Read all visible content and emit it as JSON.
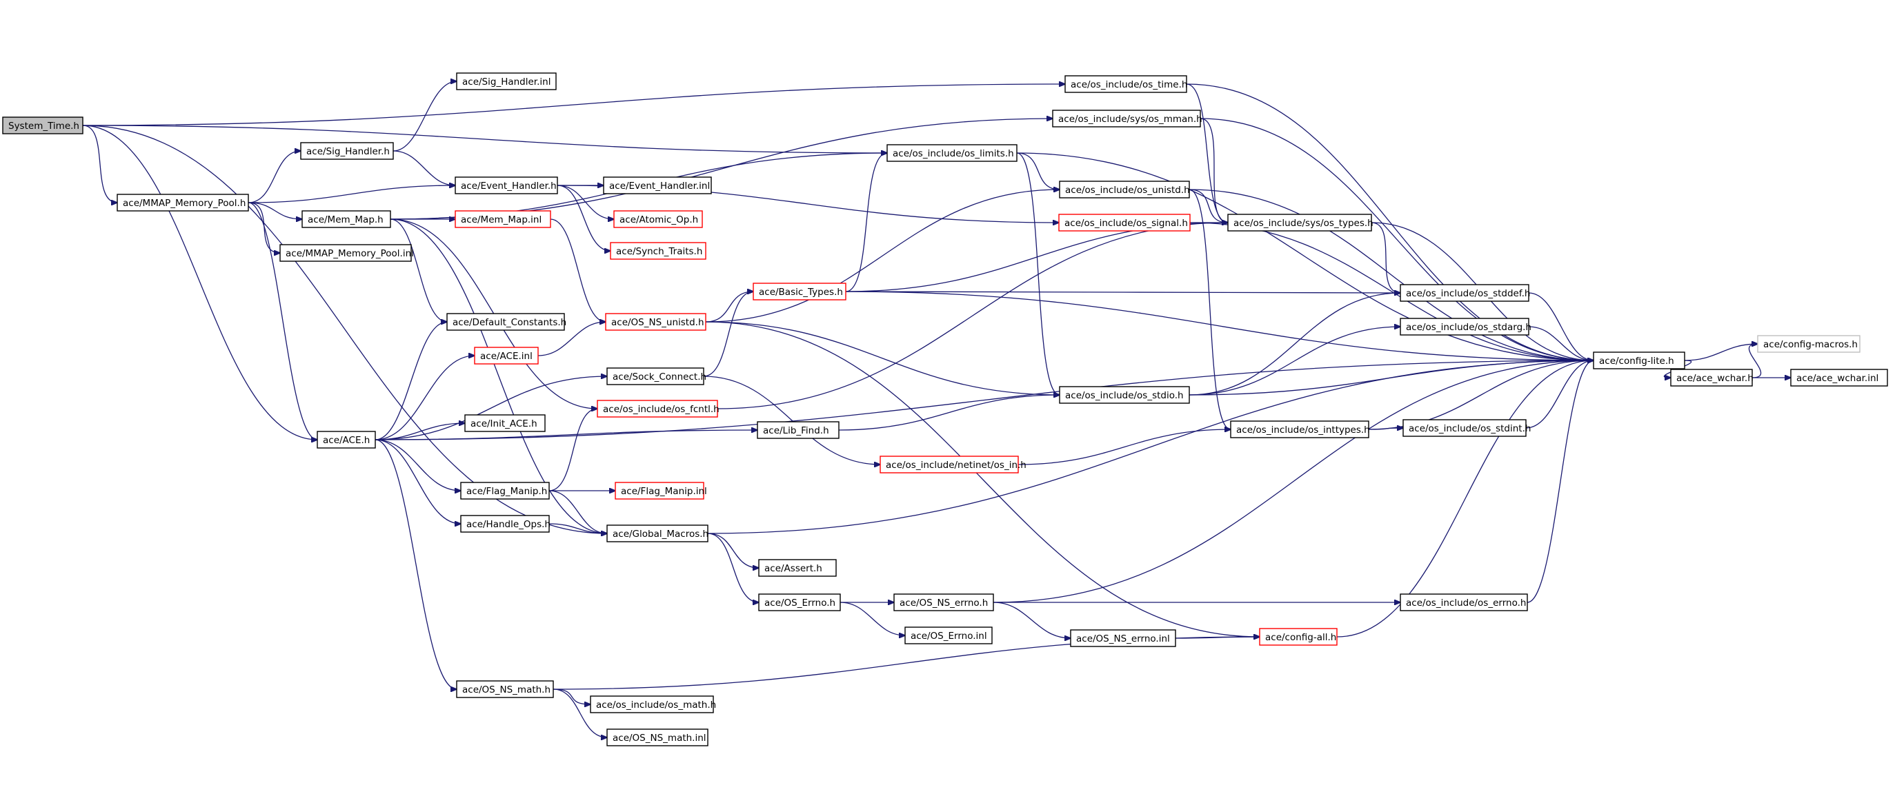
{
  "graph": {
    "nodes": [
      {
        "id": "system_time",
        "label": "System_Time.h",
        "style": "root"
      },
      {
        "id": "mmap_pool",
        "label": "ace/MMAP_Memory_Pool.h",
        "style": "normal"
      },
      {
        "id": "sig_handler_inl",
        "label": "ace/Sig_Handler.inl",
        "style": "normal"
      },
      {
        "id": "sig_handler",
        "label": "ace/Sig_Handler.h",
        "style": "normal"
      },
      {
        "id": "event_handler",
        "label": "ace/Event_Handler.h",
        "style": "normal"
      },
      {
        "id": "event_handler_inl",
        "label": "ace/Event_Handler.inl",
        "style": "normal"
      },
      {
        "id": "atomic_op",
        "label": "ace/Atomic_Op.h",
        "style": "red"
      },
      {
        "id": "synch_traits",
        "label": "ace/Synch_Traits.h",
        "style": "red"
      },
      {
        "id": "mem_map",
        "label": "ace/Mem_Map.h",
        "style": "normal"
      },
      {
        "id": "mem_map_inl",
        "label": "ace/Mem_Map.inl",
        "style": "red"
      },
      {
        "id": "mmap_pool_inl",
        "label": "ace/MMAP_Memory_Pool.inl",
        "style": "normal"
      },
      {
        "id": "default_constants",
        "label": "ace/Default_Constants.h",
        "style": "normal"
      },
      {
        "id": "ace_inl",
        "label": "ace/ACE.inl",
        "style": "red"
      },
      {
        "id": "os_ns_unistd",
        "label": "ace/OS_NS_unistd.h",
        "style": "red"
      },
      {
        "id": "basic_types",
        "label": "ace/Basic_Types.h",
        "style": "red"
      },
      {
        "id": "sock_connect",
        "label": "ace/Sock_Connect.h",
        "style": "normal"
      },
      {
        "id": "os_fcntl",
        "label": "ace/os_include/os_fcntl.h",
        "style": "red"
      },
      {
        "id": "ace_h",
        "label": "ace/ACE.h",
        "style": "normal"
      },
      {
        "id": "init_ace",
        "label": "ace/Init_ACE.h",
        "style": "normal"
      },
      {
        "id": "lib_find",
        "label": "ace/Lib_Find.h",
        "style": "normal"
      },
      {
        "id": "flag_manip",
        "label": "ace/Flag_Manip.h",
        "style": "normal"
      },
      {
        "id": "flag_manip_inl",
        "label": "ace/Flag_Manip.inl",
        "style": "red"
      },
      {
        "id": "handle_ops",
        "label": "ace/Handle_Ops.h",
        "style": "normal"
      },
      {
        "id": "global_macros",
        "label": "ace/Global_Macros.h",
        "style": "normal"
      },
      {
        "id": "assert_h",
        "label": "ace/Assert.h",
        "style": "normal"
      },
      {
        "id": "os_errno",
        "label": "ace/OS_Errno.h",
        "style": "normal"
      },
      {
        "id": "os_errno_inl",
        "label": "ace/OS_Errno.inl",
        "style": "normal"
      },
      {
        "id": "os_ns_errno",
        "label": "ace/OS_NS_errno.h",
        "style": "normal"
      },
      {
        "id": "os_ns_errno_inl",
        "label": "ace/OS_NS_errno.inl",
        "style": "normal"
      },
      {
        "id": "config_all",
        "label": "ace/config-all.h",
        "style": "red"
      },
      {
        "id": "os_ns_math",
        "label": "ace/OS_NS_math.h",
        "style": "normal"
      },
      {
        "id": "os_math",
        "label": "ace/os_include/os_math.h",
        "style": "normal"
      },
      {
        "id": "os_ns_math_inl",
        "label": "ace/OS_NS_math.inl",
        "style": "normal"
      },
      {
        "id": "os_time",
        "label": "ace/os_include/os_time.h",
        "style": "normal"
      },
      {
        "id": "os_mman",
        "label": "ace/os_include/sys/os_mman.h",
        "style": "normal"
      },
      {
        "id": "os_limits",
        "label": "ace/os_include/os_limits.h",
        "style": "normal"
      },
      {
        "id": "os_unistd",
        "label": "ace/os_include/os_unistd.h",
        "style": "normal"
      },
      {
        "id": "os_signal",
        "label": "ace/os_include/os_signal.h",
        "style": "red"
      },
      {
        "id": "os_types",
        "label": "ace/os_include/sys/os_types.h",
        "style": "normal"
      },
      {
        "id": "os_stddef",
        "label": "ace/os_include/os_stddef.h",
        "style": "normal"
      },
      {
        "id": "os_stdarg",
        "label": "ace/os_include/os_stdarg.h",
        "style": "normal"
      },
      {
        "id": "os_stdio",
        "label": "ace/os_include/os_stdio.h",
        "style": "normal"
      },
      {
        "id": "os_stdint",
        "label": "ace/os_include/os_stdint.h",
        "style": "normal"
      },
      {
        "id": "os_inttypes",
        "label": "ace/os_include/os_inttypes.h",
        "style": "normal"
      },
      {
        "id": "os_in",
        "label": "ace/os_include/netinet/os_in.h",
        "style": "red"
      },
      {
        "id": "os_errno_h",
        "label": "ace/os_include/os_errno.h",
        "style": "normal"
      },
      {
        "id": "config_lite",
        "label": "ace/config-lite.h",
        "style": "normal"
      },
      {
        "id": "config_macros",
        "label": "ace/config-macros.h",
        "style": "grey"
      },
      {
        "id": "ace_wchar",
        "label": "ace/ace_wchar.h",
        "style": "normal"
      },
      {
        "id": "ace_wchar_inl",
        "label": "ace/ace_wchar.inl",
        "style": "normal"
      }
    ],
    "edges": [
      [
        "system_time",
        "os_time"
      ],
      [
        "system_time",
        "os_limits"
      ],
      [
        "system_time",
        "mmap_pool"
      ],
      [
        "system_time",
        "global_macros"
      ],
      [
        "system_time",
        "ace_h"
      ],
      [
        "mmap_pool",
        "sig_handler"
      ],
      [
        "mmap_pool",
        "event_handler"
      ],
      [
        "mmap_pool",
        "mem_map"
      ],
      [
        "mmap_pool",
        "mmap_pool_inl"
      ],
      [
        "mmap_pool",
        "ace_h"
      ],
      [
        "sig_handler",
        "sig_handler_inl"
      ],
      [
        "sig_handler",
        "event_handler"
      ],
      [
        "event_handler",
        "event_handler_inl"
      ],
      [
        "event_handler",
        "atomic_op"
      ],
      [
        "event_handler",
        "synch_traits"
      ],
      [
        "event_handler",
        "os_signal"
      ],
      [
        "mem_map",
        "mem_map_inl"
      ],
      [
        "mem_map",
        "os_mman"
      ],
      [
        "mem_map",
        "os_limits"
      ],
      [
        "mem_map",
        "default_constants"
      ],
      [
        "mem_map",
        "global_macros"
      ],
      [
        "mem_map",
        "os_fcntl"
      ],
      [
        "mem_map_inl",
        "os_ns_unistd"
      ],
      [
        "ace_h",
        "default_constants"
      ],
      [
        "ace_h",
        "ace_inl"
      ],
      [
        "ace_h",
        "sock_connect"
      ],
      [
        "ace_h",
        "init_ace"
      ],
      [
        "ace_h",
        "lib_find"
      ],
      [
        "ace_h",
        "flag_manip"
      ],
      [
        "ace_h",
        "handle_ops"
      ],
      [
        "ace_h",
        "os_ns_math"
      ],
      [
        "ace_h",
        "config_lite"
      ],
      [
        "ace_inl",
        "os_ns_unistd"
      ],
      [
        "os_ns_unistd",
        "basic_types"
      ],
      [
        "os_ns_unistd",
        "os_unistd"
      ],
      [
        "os_ns_unistd",
        "os_stdio"
      ],
      [
        "os_ns_unistd",
        "config_all"
      ],
      [
        "basic_types",
        "os_limits"
      ],
      [
        "basic_types",
        "os_types"
      ],
      [
        "basic_types",
        "os_stddef"
      ],
      [
        "basic_types",
        "config_lite"
      ],
      [
        "sock_connect",
        "basic_types"
      ],
      [
        "sock_connect",
        "os_in"
      ],
      [
        "os_fcntl",
        "os_types"
      ],
      [
        "lib_find",
        "os_stdio"
      ],
      [
        "flag_manip",
        "os_fcntl"
      ],
      [
        "flag_manip",
        "flag_manip_inl"
      ],
      [
        "flag_manip",
        "global_macros"
      ],
      [
        "handle_ops",
        "global_macros"
      ],
      [
        "global_macros",
        "assert_h"
      ],
      [
        "global_macros",
        "os_errno"
      ],
      [
        "global_macros",
        "config_lite"
      ],
      [
        "os_errno",
        "os_ns_errno"
      ],
      [
        "os_errno",
        "os_errno_inl"
      ],
      [
        "os_ns_errno",
        "os_errno_h"
      ],
      [
        "os_ns_errno",
        "os_ns_errno_inl"
      ],
      [
        "os_ns_errno",
        "config_lite"
      ],
      [
        "os_ns_errno_inl",
        "config_all"
      ],
      [
        "os_ns_math",
        "os_math"
      ],
      [
        "os_ns_math",
        "os_ns_math_inl"
      ],
      [
        "os_ns_math",
        "config_all"
      ],
      [
        "os_time",
        "os_types"
      ],
      [
        "os_time",
        "config_lite"
      ],
      [
        "os_mman",
        "os_types"
      ],
      [
        "os_mman",
        "config_lite"
      ],
      [
        "os_limits",
        "os_unistd"
      ],
      [
        "os_limits",
        "os_stdio"
      ],
      [
        "os_limits",
        "config_lite"
      ],
      [
        "os_unistd",
        "os_types"
      ],
      [
        "os_unistd",
        "os_inttypes"
      ],
      [
        "os_unistd",
        "config_lite"
      ],
      [
        "os_signal",
        "os_types"
      ],
      [
        "os_signal",
        "config_lite"
      ],
      [
        "os_types",
        "os_stddef"
      ],
      [
        "os_types",
        "config_lite"
      ],
      [
        "os_stddef",
        "config_lite"
      ],
      [
        "os_stdarg",
        "config_lite"
      ],
      [
        "os_stdio",
        "os_stddef"
      ],
      [
        "os_stdio",
        "os_stdarg"
      ],
      [
        "os_stdio",
        "config_lite"
      ],
      [
        "os_stdint",
        "config_lite"
      ],
      [
        "os_inttypes",
        "os_stdint"
      ],
      [
        "os_inttypes",
        "config_lite"
      ],
      [
        "os_in",
        "os_inttypes"
      ],
      [
        "os_errno_h",
        "config_lite"
      ],
      [
        "config_all",
        "config_lite"
      ],
      [
        "config_lite",
        "config_macros"
      ],
      [
        "config_lite",
        "ace_wchar"
      ],
      [
        "ace_wchar",
        "config_macros"
      ],
      [
        "ace_wchar",
        "ace_wchar_inl"
      ]
    ]
  }
}
